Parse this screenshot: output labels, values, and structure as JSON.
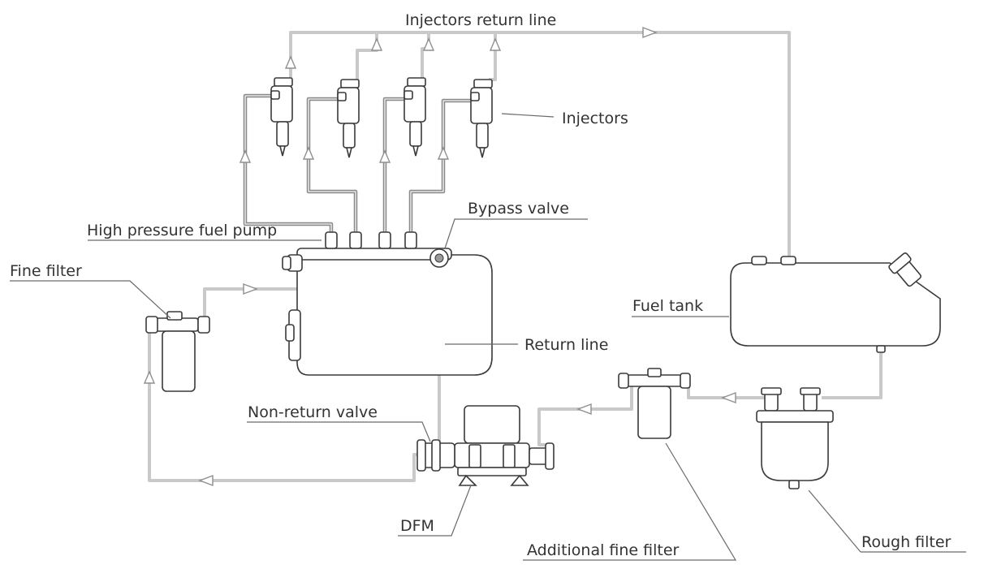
{
  "labels": {
    "injectors_return_line": "Injectors return line",
    "injectors": "Injectors",
    "bypass_valve": "Bypass valve",
    "high_pressure_fuel_pump": "High pressure fuel pump",
    "fine_filter": "Fine filter",
    "fuel_tank": "Fuel tank",
    "return_line": "Return line",
    "non_return_valve": "Non-return valve",
    "dfm": "DFM",
    "rough_filter": "Rough filter",
    "additional_fine_filter": "Additional fine filter"
  },
  "colors": {
    "pipe": "#c9c9c9",
    "high_pressure_pipe": "#8a8a8a",
    "outline": "#3a3a3a",
    "text": "#333333"
  }
}
